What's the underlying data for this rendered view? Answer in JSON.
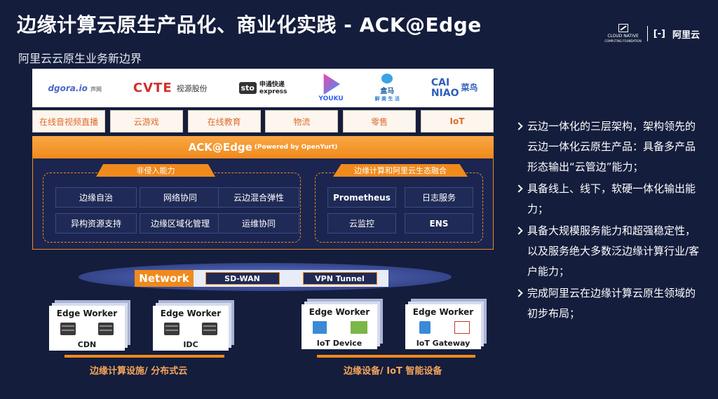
{
  "header": {
    "title": "边缘计算云原生产品化、商业化实践 - ACK@Edge",
    "subtitle": "阿里云云原生业务新边界",
    "brand_cncf_line1": "CLOUD NATIVE",
    "brand_cncf_line2": "COMPUTING FOUNDATION",
    "brand_aliyun_mark": "[-]",
    "brand_aliyun": "阿里云"
  },
  "logos": {
    "dgora": "dgora.io",
    "dgora_cn": "声网",
    "cvte": "CVTE",
    "cvte_cn": "视源股份",
    "sto": "sto",
    "sto_line1": "申通快递",
    "sto_line2": "express",
    "youku": "YOUKU",
    "hema": "盒马",
    "hema_sub": "鲜 美 生 活",
    "cainiao_l1": "CAI",
    "cainiao_l2": "NIAO",
    "cainiao_cn": "菜鸟"
  },
  "business": [
    "在线音视频直播",
    "云游戏",
    "在线教育",
    "物流",
    "零售",
    "IoT"
  ],
  "ack": {
    "title": "ACK@Edge",
    "powered": "(Powered by OpenYurt)",
    "group_left": {
      "label": "非侵入能力",
      "items": [
        "边缘自治",
        "网络协同",
        "云边混合弹性",
        "异构资源支持",
        "边缘区域化管理",
        "运维协同"
      ]
    },
    "group_right": {
      "label": "边缘计算和阿里云生态融合",
      "items": [
        "Prometheus",
        "日志服务",
        "云监控",
        "ENS"
      ]
    }
  },
  "network": {
    "label": "Network",
    "items": [
      "SD-WAN",
      "VPN Tunnel"
    ]
  },
  "workers": [
    {
      "title": "Edge Worker",
      "foot": "CDN"
    },
    {
      "title": "Edge Worker",
      "foot": "IDC"
    },
    {
      "title": "Edge Worker",
      "foot": "IoT Device"
    },
    {
      "title": "Edge Worker",
      "foot": "IoT Gateway"
    }
  ],
  "brackets": [
    "边缘计算设施/ 分布式云",
    "边缘设备/ IoT 智能设备"
  ],
  "bullets": [
    "云边一体化的三层架构，架构领先的云边一体化云原生产品：具备多产品形态输出“云管边”能力；",
    "具备线上、线下，软硬一体化输出能力；",
    "具备大规模服务能力和超强稳定性，以及服务绝大多数泛边缘计算行业/客户能力；",
    "完成阿里云在边缘计算云原生领域的初步布局；"
  ],
  "colors": {
    "background": "#141d3c",
    "accent": "#f08a1c"
  }
}
